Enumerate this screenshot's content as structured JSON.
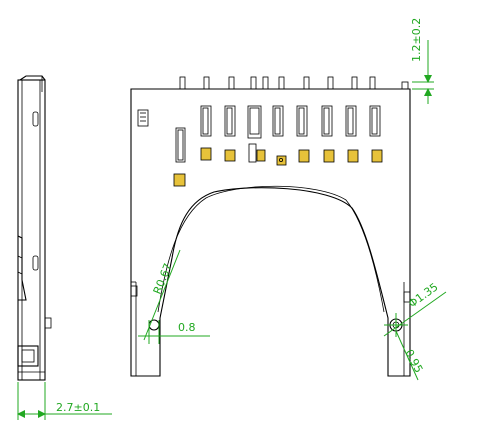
{
  "dimensions": {
    "side_thickness": "2.7±0.1",
    "pin_height": "1.2±0.2",
    "slot_radius": "R0.67",
    "left_gap": "0.8",
    "hole_diameter": "Φ1.35",
    "hole_offset": "0.95"
  },
  "colors": {
    "outline": "#000000",
    "dimension": "#21a821",
    "contact_pad": "#e7c23a"
  }
}
